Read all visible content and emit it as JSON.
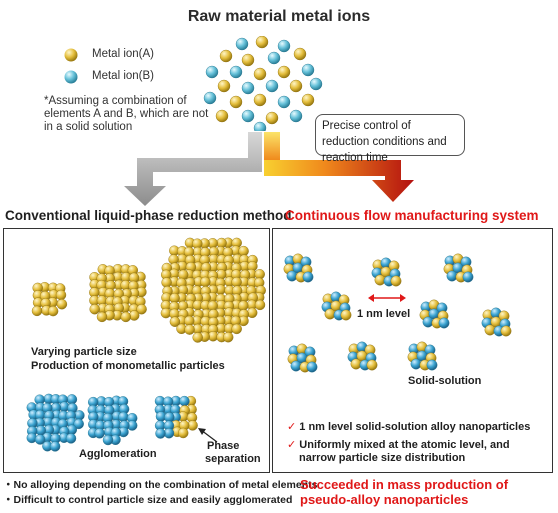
{
  "title": "Raw material metal ions",
  "legend": {
    "ion_a": "Metal ion(A)",
    "ion_b": "Metal ion(B)",
    "color_a": "#e4be3c",
    "color_b": "#64c0d8"
  },
  "note": "*Assuming a combination of elements A and B, which are not in a solid solution",
  "callout": "Precise control of reduction conditions and reaction time",
  "left_panel": {
    "heading": "Conventional liquid-phase reduction method",
    "varying_label": "Varying particle size",
    "monometallic_label": "Production of monometallic particles",
    "agglomeration_label": "Agglomeration",
    "phase_label_1": "Phase",
    "phase_label_2": "separation",
    "bullets": [
      "・No alloying depending on the combination of metal elements",
      "・Difficult to control particle size and easily agglomerated"
    ]
  },
  "right_panel": {
    "heading": "Continuous flow manufacturing system",
    "scale_label": "1 nm level",
    "solid_solution_label": "Solid-solution",
    "checks": [
      "1 nm level solid-solution alloy nanoparticles",
      "Uniformly mixed at the atomic level, and",
      "narrow particle size distribution"
    ],
    "success_1": "Succeeded in mass production of",
    "success_2": "pseudo-alloy nanoparticles"
  },
  "colors": {
    "accent_red": "#e01818",
    "gray_arrow": "#a9a9a9",
    "orange_arrow": "#f08a1c"
  }
}
